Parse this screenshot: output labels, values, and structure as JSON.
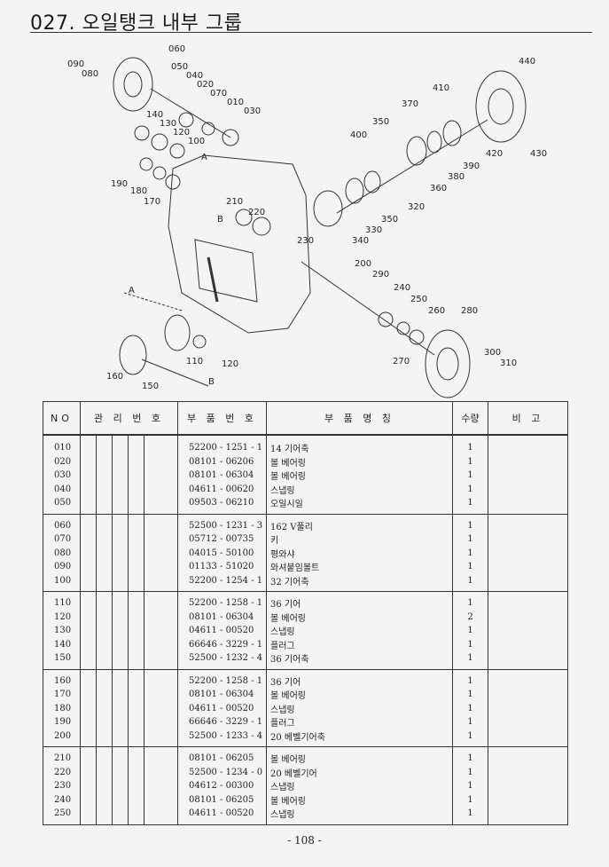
{
  "page": {
    "title": "027. 오일탱크 내부 그룹",
    "page_number": "- 108 -"
  },
  "diagram": {
    "callouts": [
      "090",
      "080",
      "060",
      "050",
      "040",
      "020",
      "070",
      "010",
      "030",
      "140",
      "130",
      "120",
      "100",
      "190",
      "180",
      "170",
      "210",
      "220",
      "230",
      "B",
      "A",
      "B",
      "200",
      "290",
      "240",
      "250",
      "260",
      "280",
      "270",
      "300",
      "310",
      "110",
      "120",
      "160",
      "150",
      "440",
      "410",
      "370",
      "350",
      "400",
      "380",
      "390",
      "420",
      "430",
      "360",
      "320",
      "340",
      "330",
      "350",
      "A"
    ]
  },
  "table": {
    "headers": {
      "no": "NO",
      "mgmt": "관 리 번 호",
      "part_no": "부 품 번 호",
      "part_name": "부 품 명 칭",
      "qty": "수량",
      "remarks": "비 고"
    },
    "groups": [
      [
        {
          "no": "010",
          "part_no": "52200 - 1251 - 1",
          "name": "14 기어축",
          "qty": "1"
        },
        {
          "no": "020",
          "part_no": "08101 - 06206",
          "name": "볼 베어링",
          "qty": "1"
        },
        {
          "no": "030",
          "part_no": "08101 - 06304",
          "name": "볼 베어링",
          "qty": "1"
        },
        {
          "no": "040",
          "part_no": "04611 - 00620",
          "name": "스냅링",
          "qty": "1"
        },
        {
          "no": "050",
          "part_no": "09503 - 06210",
          "name": "오일시일",
          "qty": "1"
        }
      ],
      [
        {
          "no": "060",
          "part_no": "52500 - 1231 - 3",
          "name": "162 V풀리",
          "qty": "1"
        },
        {
          "no": "070",
          "part_no": "05712 - 00735",
          "name": "키",
          "qty": "1"
        },
        {
          "no": "080",
          "part_no": "04015 - 50100",
          "name": "평와샤",
          "qty": "1"
        },
        {
          "no": "090",
          "part_no": "01133 - 51020",
          "name": "와셔붙임볼트",
          "qty": "1"
        },
        {
          "no": "100",
          "part_no": "52200 - 1254 - 1",
          "name": "32 기어축",
          "qty": "1"
        }
      ],
      [
        {
          "no": "110",
          "part_no": "52200 - 1258 - 1",
          "name": "36 기어",
          "qty": "1"
        },
        {
          "no": "120",
          "part_no": "08101 - 06304",
          "name": "볼 베어링",
          "qty": "2"
        },
        {
          "no": "130",
          "part_no": "04611 - 00520",
          "name": "스냅링",
          "qty": "1"
        },
        {
          "no": "140",
          "part_no": "66646 - 3229 - 1",
          "name": "플러그",
          "qty": "1"
        },
        {
          "no": "150",
          "part_no": "52500 - 1232 - 4",
          "name": "36 기어축",
          "qty": "1"
        }
      ],
      [
        {
          "no": "160",
          "part_no": "52200 - 1258 - 1",
          "name": "36 기어",
          "qty": "1"
        },
        {
          "no": "170",
          "part_no": "08101 - 06304",
          "name": "볼 베어링",
          "qty": "1"
        },
        {
          "no": "180",
          "part_no": "04611 - 00520",
          "name": "스냅링",
          "qty": "1"
        },
        {
          "no": "190",
          "part_no": "66646 - 3229 - 1",
          "name": "플러그",
          "qty": "1"
        },
        {
          "no": "200",
          "part_no": "52500 - 1233 - 4",
          "name": "20 베벨기어축",
          "qty": "1"
        }
      ],
      [
        {
          "no": "210",
          "part_no": "08101 - 06205",
          "name": "볼 베어링",
          "qty": "1"
        },
        {
          "no": "220",
          "part_no": "52500 - 1234 - 0",
          "name": "20 베벨기어",
          "qty": "1"
        },
        {
          "no": "230",
          "part_no": "04612 - 00300",
          "name": "스냅링",
          "qty": "1"
        },
        {
          "no": "240",
          "part_no": "08101 - 06205",
          "name": "볼 베어링",
          "qty": "1"
        },
        {
          "no": "250",
          "part_no": "04611 - 00520",
          "name": "스냅링",
          "qty": "1"
        }
      ]
    ]
  }
}
